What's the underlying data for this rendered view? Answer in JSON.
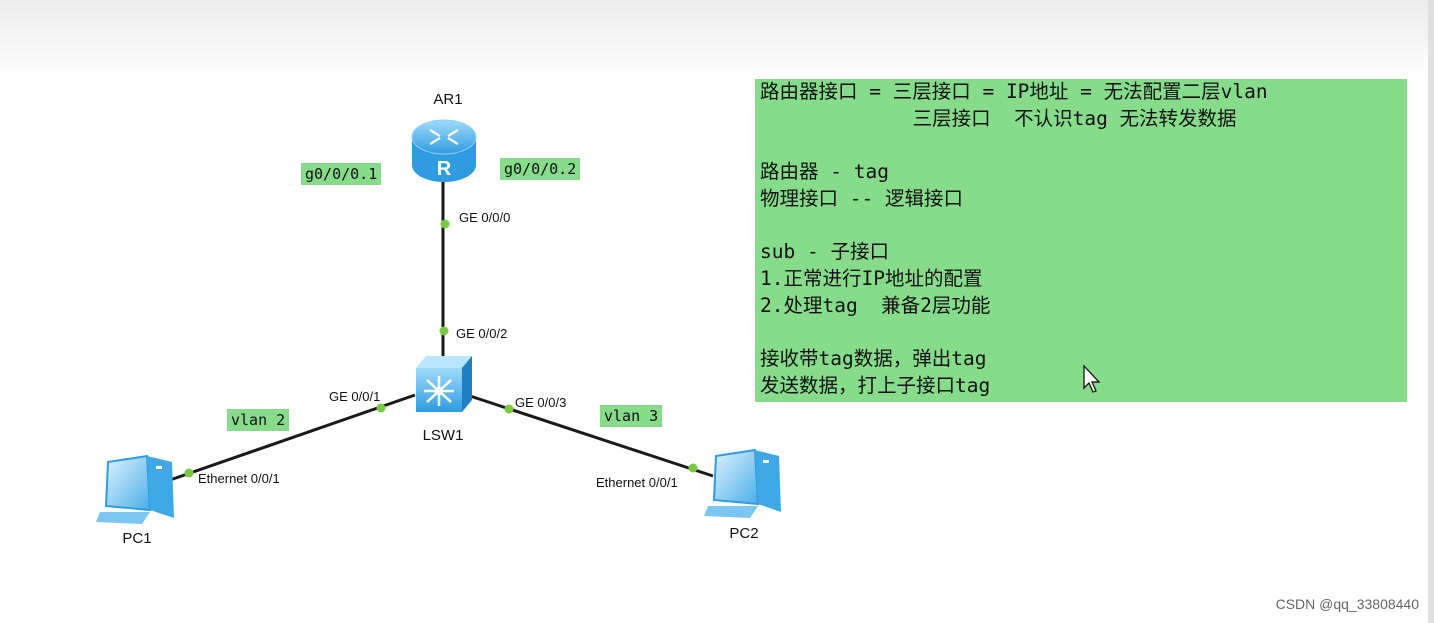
{
  "devices": {
    "router": "AR1",
    "switch": "LSW1",
    "pc1": "PC1",
    "pc2": "PC2"
  },
  "ports": {
    "ar1_ge000": "GE 0/0/0",
    "lsw1_ge002": "GE 0/0/2",
    "lsw1_ge001": "GE 0/0/1",
    "lsw1_ge003": "GE 0/0/3",
    "pc1_eth": "Ethernet 0/0/1",
    "pc2_eth": "Ethernet 0/0/1"
  },
  "tags": {
    "sub1": "g0/0/0.1",
    "sub2": "g0/0/0.2",
    "vlan_left": "vlan 2",
    "vlan_right": "vlan 3"
  },
  "notes": [
    "路由器接口 = 三层接口 = IP地址 = 无法配置二层vlan",
    "             三层接口  不认识tag 无法转发数据",
    "",
    "路由器 - tag",
    "物理接口 -- 逻辑接口",
    "",
    "sub - 子接口",
    "1.正常进行IP地址的配置",
    "2.处理tag  兼备2层功能",
    "",
    "接收带tag数据，弹出tag",
    "发送数据，打上子接口tag"
  ],
  "colors": {
    "note_bg": "#86dc8a",
    "link": "#1a1a1a",
    "port_dot": "#7ac943",
    "device_blue": "#3fa8e6"
  },
  "watermark": "CSDN @qq_33808440"
}
